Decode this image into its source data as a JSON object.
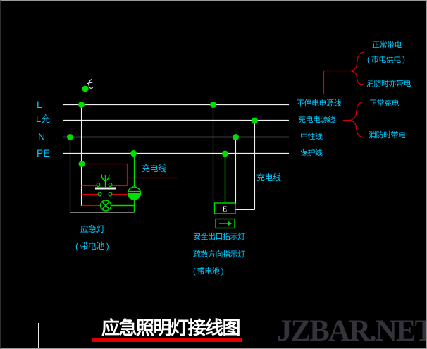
{
  "colors": {
    "background": "#000000",
    "wire_white": "#f0f0f0",
    "wire_red": "#d90000",
    "device_green": "#00dd00",
    "label_cyan": "#00ccff",
    "title_red": "#dd0000",
    "watermark_gray": "#33333b",
    "frame_gray": "#9b9b9b"
  },
  "buses": [
    {
      "label": "L",
      "right_label": "不停电电源线"
    },
    {
      "label": "L充",
      "right_label": "充电电源线"
    },
    {
      "label": "N",
      "right_label": "中性线"
    },
    {
      "label": "PE",
      "right_label": "保护线"
    }
  ],
  "annotations": {
    "group1": {
      "items": [
        "正常带电",
        "( 市电供电 )",
        "消防时亦带电"
      ]
    },
    "group2": {
      "items": [
        "正常充电",
        "消防时带电"
      ]
    }
  },
  "emergency_light": {
    "switch_icon": "pull-cord-switch-icon",
    "charging_line_label": "充电线",
    "caption": "应急灯",
    "subcaption": "( 带电池 )"
  },
  "exit_sign": {
    "charging_line_label": "充电线",
    "box_letter": "E",
    "captions": [
      "安全出口指示灯",
      "疏散方向指示灯",
      "( 带电池 )"
    ]
  },
  "title": "应急照明灯接线图",
  "watermark": "JZBAR.NET"
}
